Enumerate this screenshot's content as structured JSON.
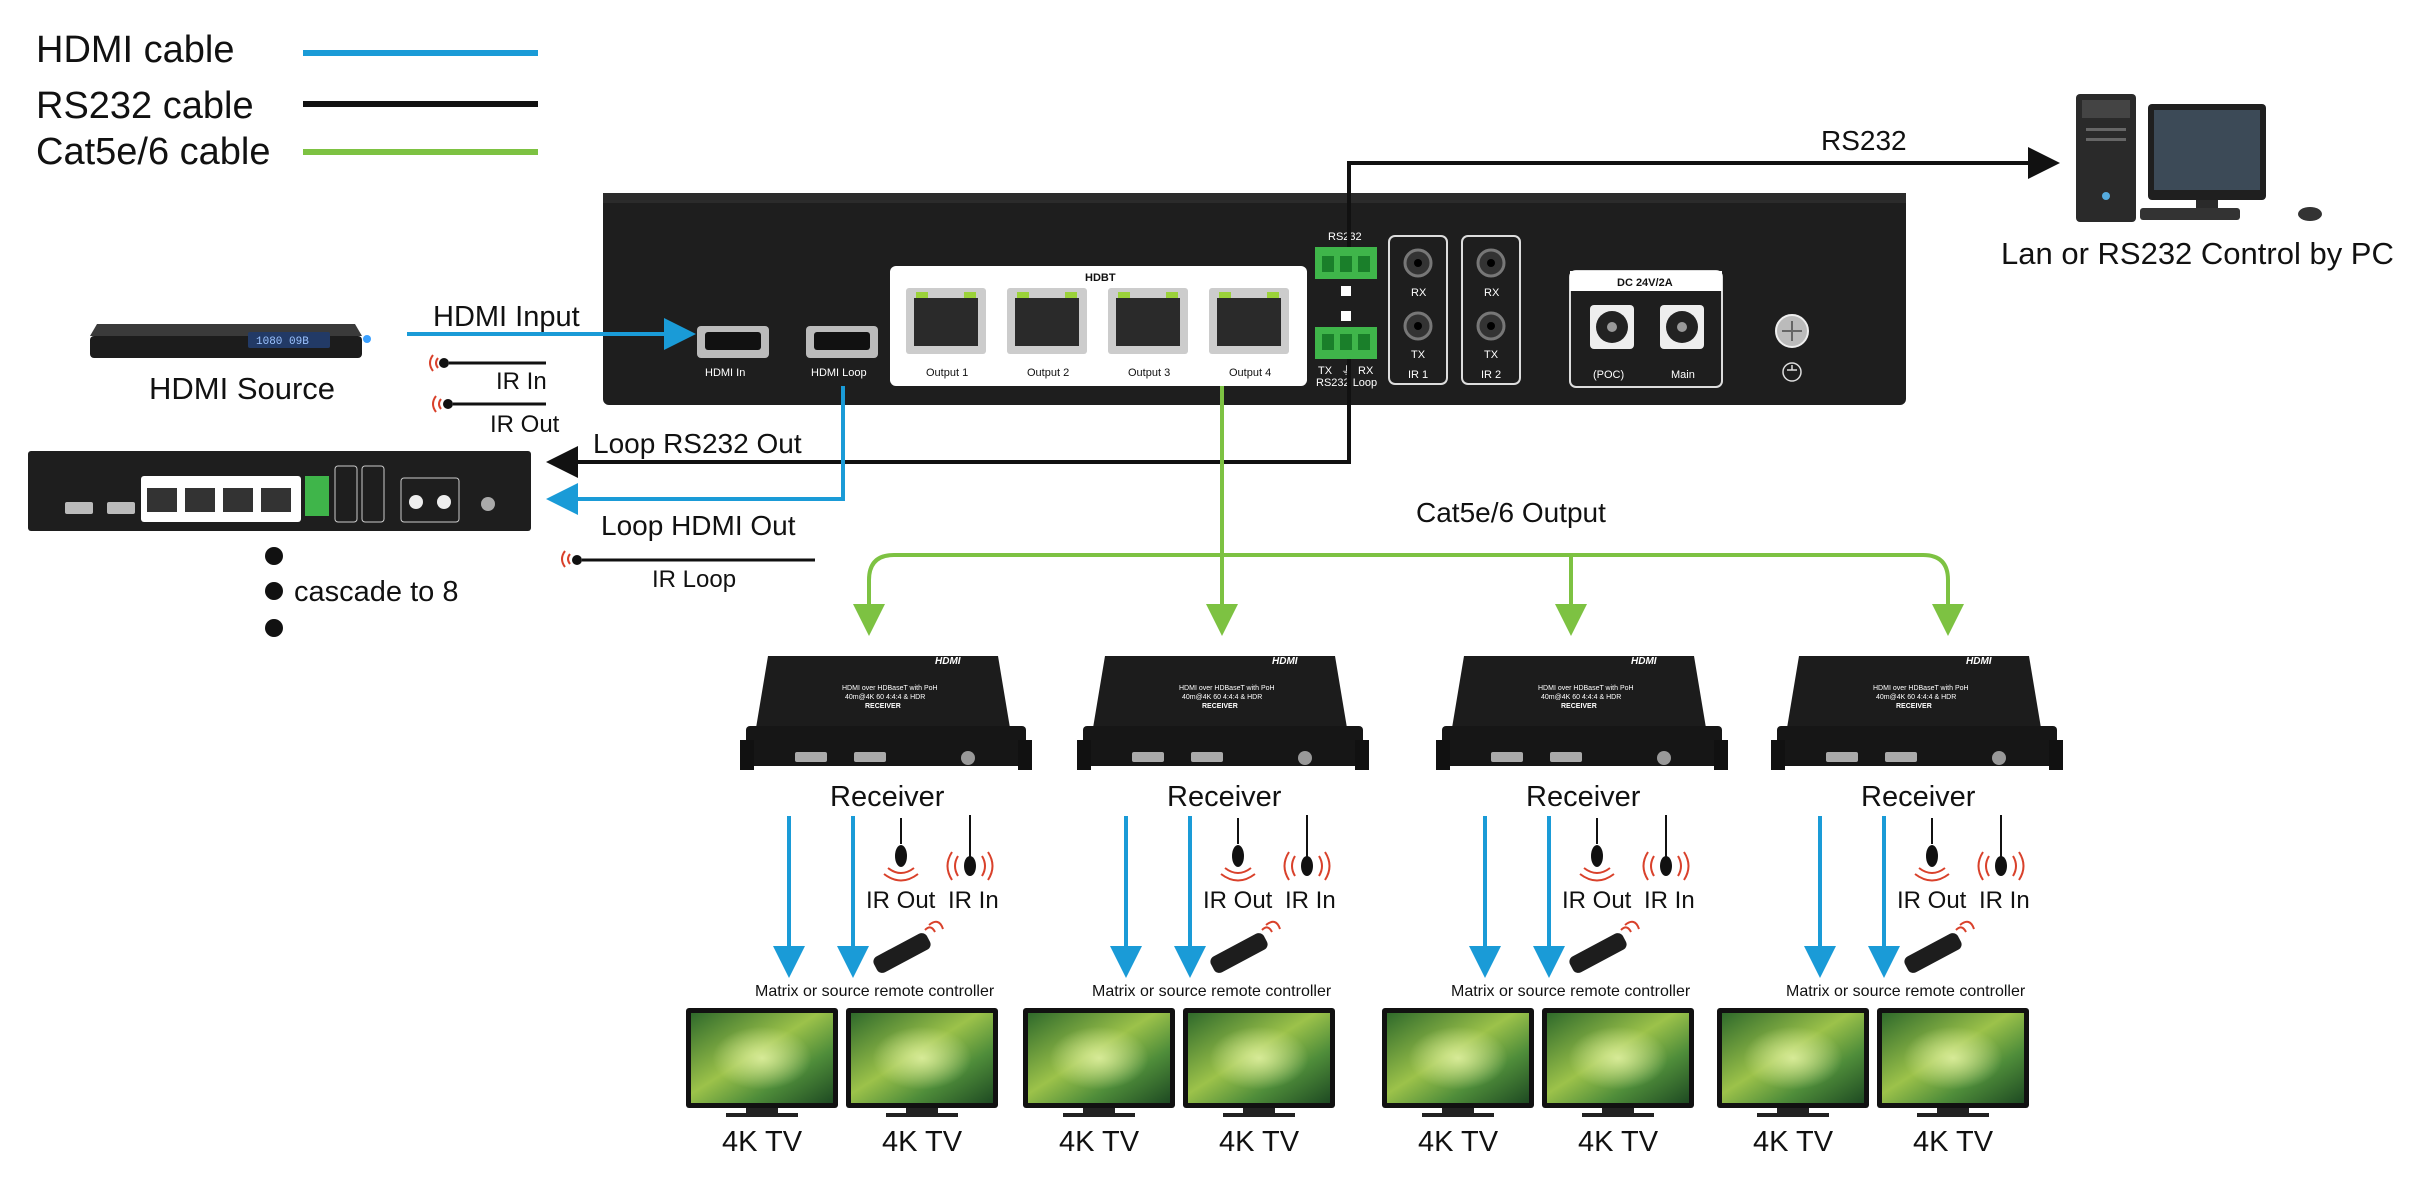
{
  "legend": {
    "hdmi": {
      "label": "HDMI cable",
      "color": "#1a9bd7"
    },
    "rs232": {
      "label": "RS232 cable",
      "color": "#111111"
    },
    "cat": {
      "label": "Cat5e/6 cable",
      "color": "#7dc242"
    }
  },
  "labels": {
    "rs232_top": "RS232",
    "pc": "Lan or RS232 Control by PC",
    "hdmi_input": "HDMI Input",
    "hdmi_source": "HDMI Source",
    "ir_in": "IR In",
    "ir_out": "IR Out",
    "loop_rs232_out": "Loop RS232 Out",
    "loop_hdmi_out": "Loop HDMI Out",
    "ir_loop": "IR Loop",
    "cascade": "cascade to 8",
    "cat_output": "Cat5e/6 Output"
  },
  "device": {
    "hdmi_in": "HDMI In",
    "hdmi_loop": "HDMI Loop",
    "hdbt": "HDBT",
    "outputs": [
      "Output 1",
      "Output 2",
      "Output 3",
      "Output 4"
    ],
    "rs232": "RS232",
    "tx": "TX",
    "rx": "RX",
    "rs232_loop": "RS232 Loop",
    "ir1": "IR 1",
    "ir2": "IR 2",
    "dc": "DC 24V/2A",
    "poc": "(POC)",
    "main": "Main",
    "source_display": "1080 09B"
  },
  "receiver": {
    "label": "Receiver",
    "line1": "HDMI over HDBaseT with PoH",
    "line2": "40m@4K 60 4:4:4 & HDR",
    "line3": "RECEIVER",
    "brand": "HDMI",
    "ir_out": "IR Out",
    "ir_in": "IR In",
    "remote_caption": "Matrix or source remote controller",
    "tv": "4K TV"
  },
  "colors": {
    "hdmi": "#1a9bd7",
    "rs232": "#111111",
    "cat": "#7dc242",
    "ir_wave": "#d9412b"
  }
}
